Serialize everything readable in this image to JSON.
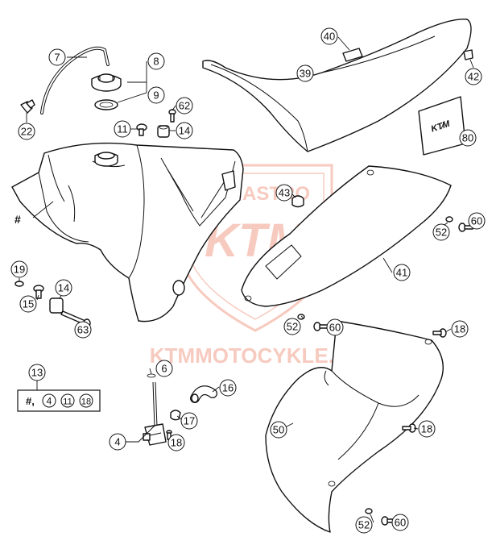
{
  "watermark": {
    "top": "DUCASTRO",
    "brand": "KTM",
    "site": "KTMMOTOCYKLE.PL",
    "color": "#f2a08c"
  },
  "callouts": [
    {
      "id": "c7",
      "label": "7"
    },
    {
      "id": "c8",
      "label": "8"
    },
    {
      "id": "c9",
      "label": "9"
    },
    {
      "id": "c22",
      "label": "22"
    },
    {
      "id": "c62",
      "label": "62"
    },
    {
      "id": "c11a",
      "label": "11"
    },
    {
      "id": "c14a",
      "label": "14"
    },
    {
      "id": "c40",
      "label": "40"
    },
    {
      "id": "c39",
      "label": "39"
    },
    {
      "id": "c42",
      "label": "42"
    },
    {
      "id": "c80",
      "label": "80"
    },
    {
      "id": "c43",
      "label": "43"
    },
    {
      "id": "c60a",
      "label": "60"
    },
    {
      "id": "c52a",
      "label": "52"
    },
    {
      "id": "c41",
      "label": "41"
    },
    {
      "id": "c19",
      "label": "19"
    },
    {
      "id": "c15",
      "label": "15"
    },
    {
      "id": "c14b",
      "label": "14"
    },
    {
      "id": "c63",
      "label": "63"
    },
    {
      "id": "c52b",
      "label": "52"
    },
    {
      "id": "c60b",
      "label": "60"
    },
    {
      "id": "c18a",
      "label": "18"
    },
    {
      "id": "c13",
      "label": "13"
    },
    {
      "id": "c6",
      "label": "6"
    },
    {
      "id": "c16",
      "label": "16"
    },
    {
      "id": "c17",
      "label": "17"
    },
    {
      "id": "c4",
      "label": "4"
    },
    {
      "id": "c18b",
      "label": "18"
    },
    {
      "id": "c50",
      "label": "50"
    },
    {
      "id": "c18c",
      "label": "18"
    },
    {
      "id": "c52c",
      "label": "52"
    },
    {
      "id": "c60c",
      "label": "60"
    }
  ],
  "hash_label": "#",
  "kit_box": {
    "prefix": "#,",
    "items": [
      "4",
      "11",
      "18"
    ]
  },
  "sticker_text": "KTM"
}
